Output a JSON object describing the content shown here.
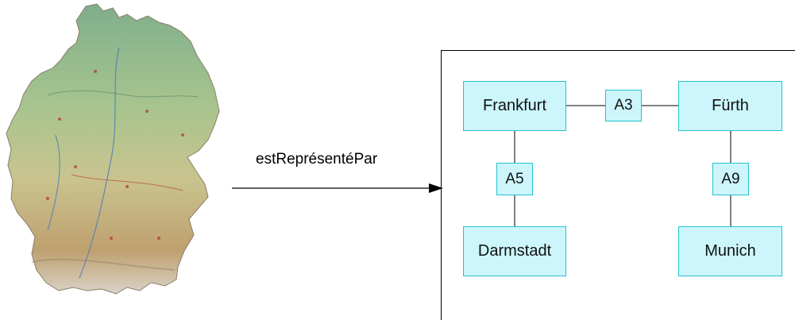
{
  "relation_label": "estReprésentéPar",
  "colors": {
    "node_fill": "#ccf6fb",
    "node_border": "#26c1d2",
    "line": "#000000"
  },
  "map": {
    "icon": "germany-map-image"
  },
  "nodes": {
    "frankfurt": "Frankfurt",
    "furth": "Fürth",
    "darmstadt": "Darmstadt",
    "munich": "Munich"
  },
  "edges": {
    "a3": "A3",
    "a5": "A5",
    "a9": "A9"
  }
}
